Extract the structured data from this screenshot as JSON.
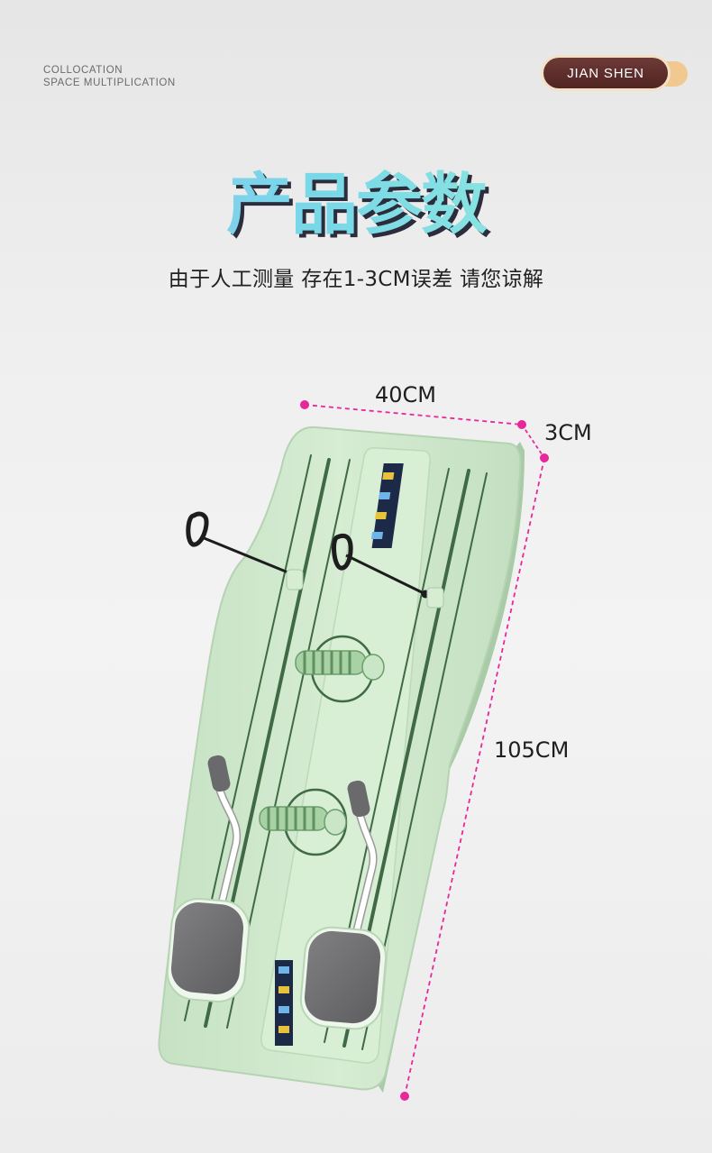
{
  "header": {
    "tagline_line1": "COLLOCATION",
    "tagline_line2": "SPACE MULTIPLICATION",
    "badge": "JIAN SHEN"
  },
  "title": "产品参数",
  "subtitle": "由于人工测量 存在1-3CM误差 请您谅解",
  "dimensions": {
    "width": "40CM",
    "thickness": "3CM",
    "length": "105CM"
  },
  "colors": {
    "board": "#cfe8cc",
    "board_edge": "#b7d6b5",
    "slot": "#3f6a45",
    "foot_pad": "#6e6e70",
    "dimension_line": "#e8289a",
    "badge": "#5c2c2a"
  }
}
